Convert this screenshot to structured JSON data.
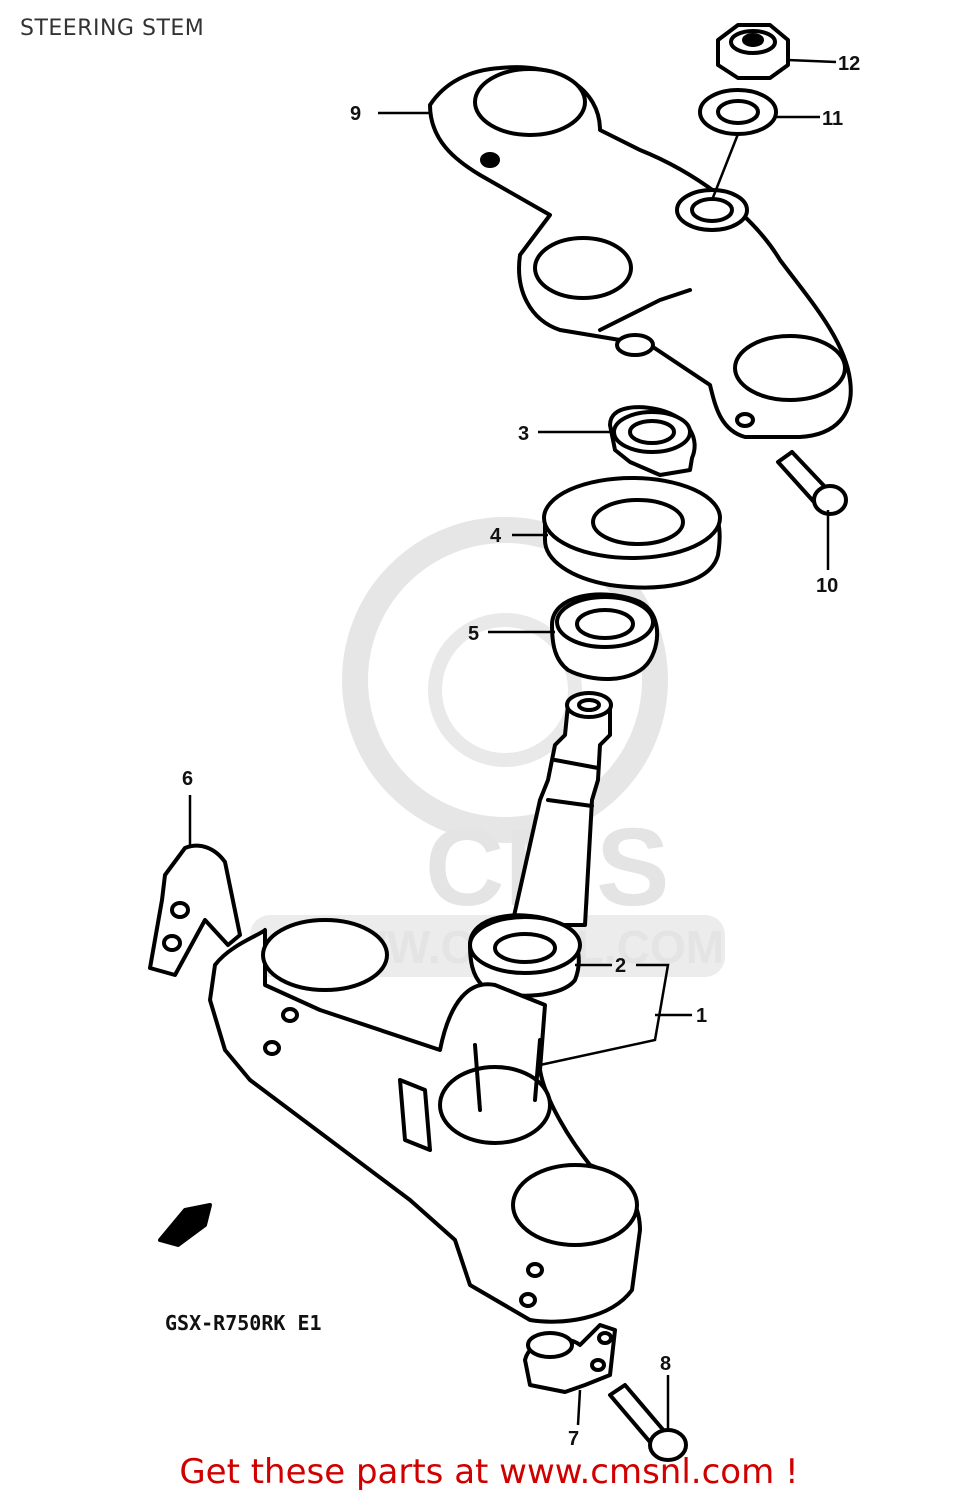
{
  "header": {
    "title": "STEERING STEM"
  },
  "diagram": {
    "model_label": "GSX-R750RK E1",
    "watermark": {
      "brand": "CMS",
      "site": "WWW.CMSNL.COM"
    },
    "callouts": [
      {
        "id": "1",
        "label": "1"
      },
      {
        "id": "2",
        "label": "2"
      },
      {
        "id": "3",
        "label": "3"
      },
      {
        "id": "4",
        "label": "4"
      },
      {
        "id": "5",
        "label": "5"
      },
      {
        "id": "6",
        "label": "6"
      },
      {
        "id": "7",
        "label": "7"
      },
      {
        "id": "8",
        "label": "8"
      },
      {
        "id": "9",
        "label": "9"
      },
      {
        "id": "10",
        "label": "10"
      },
      {
        "id": "11",
        "label": "11"
      },
      {
        "id": "12",
        "label": "12"
      }
    ]
  },
  "footer": {
    "link_text": "Get these parts at www.cmsnl.com !",
    "color": "#d00000"
  }
}
